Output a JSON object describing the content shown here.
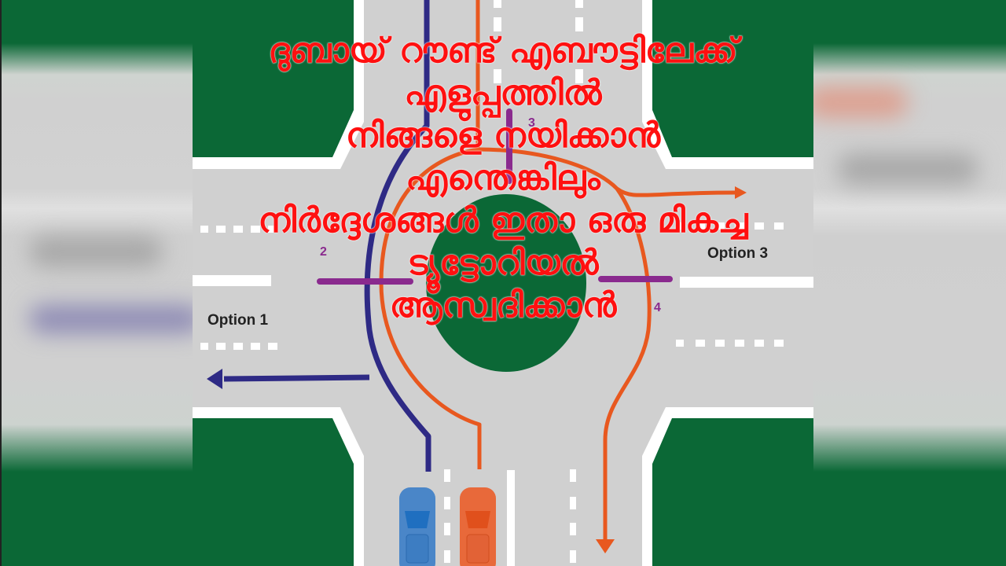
{
  "overlay": {
    "lines": [
      "ദുബായ് റൗണ്ട് എബൗട്ടിലേക്ക്",
      "എളുപ്പത്തിൽ",
      "നിങ്ങളെ നയിക്കാൻ",
      "എന്തെങ്കിലും",
      "നിർദ്ദേശങ്ങൾ ഇതാ ഒരു മികച്ച",
      "ട്യൂട്ടോറിയൽ",
      "ആസ്വദിക്കാൻ"
    ],
    "color": "#ff1010"
  },
  "diagram": {
    "labels": {
      "option1": "Option 1",
      "option3": "Option 3",
      "exit2": "2",
      "exit3": "3",
      "exit4": "4"
    },
    "colors": {
      "grass": "#0b6836",
      "road": "#d0d0d0",
      "curb": "#ffffff",
      "island": "#0b6836",
      "blue_route": "#2e2a85",
      "orange_route": "#e8581f",
      "exit_marker": "#8a2a8e",
      "blue_car": "#4a86c8",
      "orange_car": "#e8693a"
    },
    "vehicles": [
      "blue-car",
      "orange-car"
    ]
  }
}
